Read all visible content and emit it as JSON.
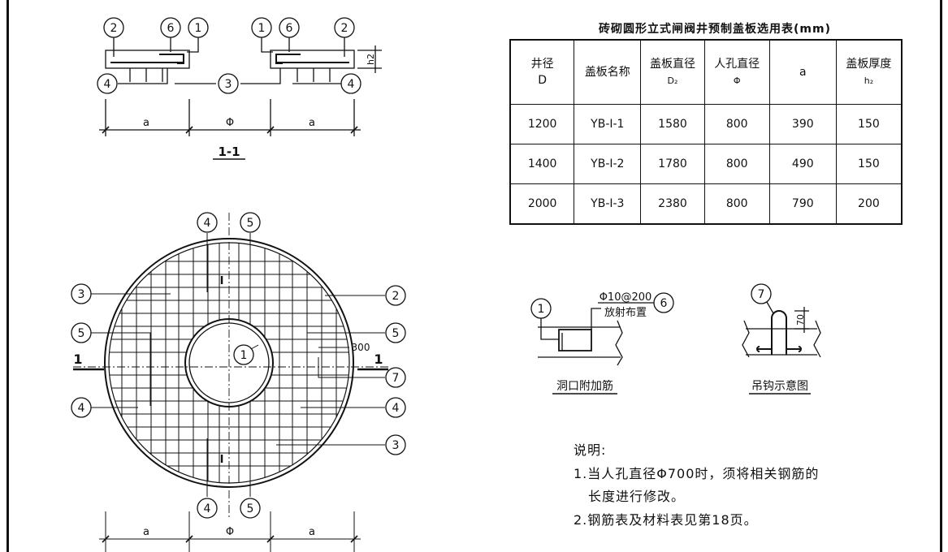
{
  "section_view": {
    "title": "1-1",
    "dim_labels": [
      "a",
      "Φ",
      "a"
    ],
    "h_label": "h2",
    "callouts_top": [
      "2",
      "6",
      "1",
      "1",
      "6",
      "2"
    ],
    "callouts_bottom": [
      "4",
      "3",
      "4"
    ]
  },
  "plan_view": {
    "section_mark": "1",
    "top_callouts": [
      "4",
      "5"
    ],
    "bottom_callouts": [
      "4",
      "5"
    ],
    "left_callouts": [
      "3",
      "5",
      "4"
    ],
    "right_callouts": [
      "2",
      "5",
      "7",
      "4",
      "3"
    ],
    "center_callout": "1",
    "roman_mark": "I",
    "spacing_label": "300",
    "dim_labels": [
      "a",
      "Φ",
      "a"
    ]
  },
  "table": {
    "title": "砖砌圆形立式闸阀井预制盖板选用表(mm)",
    "headers": [
      [
        "井径",
        "D"
      ],
      [
        "盖板名称",
        ""
      ],
      [
        "盖板直径",
        "D₂"
      ],
      [
        "人孔直径",
        "Φ"
      ],
      [
        "a",
        ""
      ],
      [
        "盖板厚度",
        "h₂"
      ]
    ],
    "rows": [
      [
        "1200",
        "YB-Ⅰ-1",
        "1580",
        "800",
        "390",
        "150"
      ],
      [
        "1400",
        "YB-Ⅰ-2",
        "1780",
        "800",
        "490",
        "150"
      ],
      [
        "2000",
        "YB-Ⅰ-3",
        "2380",
        "800",
        "790",
        "200"
      ]
    ]
  },
  "detail_opening": {
    "callout_a": "1",
    "callout_b": "6",
    "bar_label": "Φ10@200",
    "bar_note": "放射布置",
    "caption": "洞口附加筋"
  },
  "detail_hook": {
    "callout": "7",
    "dim": "70",
    "caption": "吊钩示意图"
  },
  "notes": {
    "heading": "说明:",
    "lines": [
      "1.当人孔直径Φ700时，须将相关钢筋的",
      "长度进行修改。",
      "2.钢筋表及材料表见第18页。"
    ]
  }
}
